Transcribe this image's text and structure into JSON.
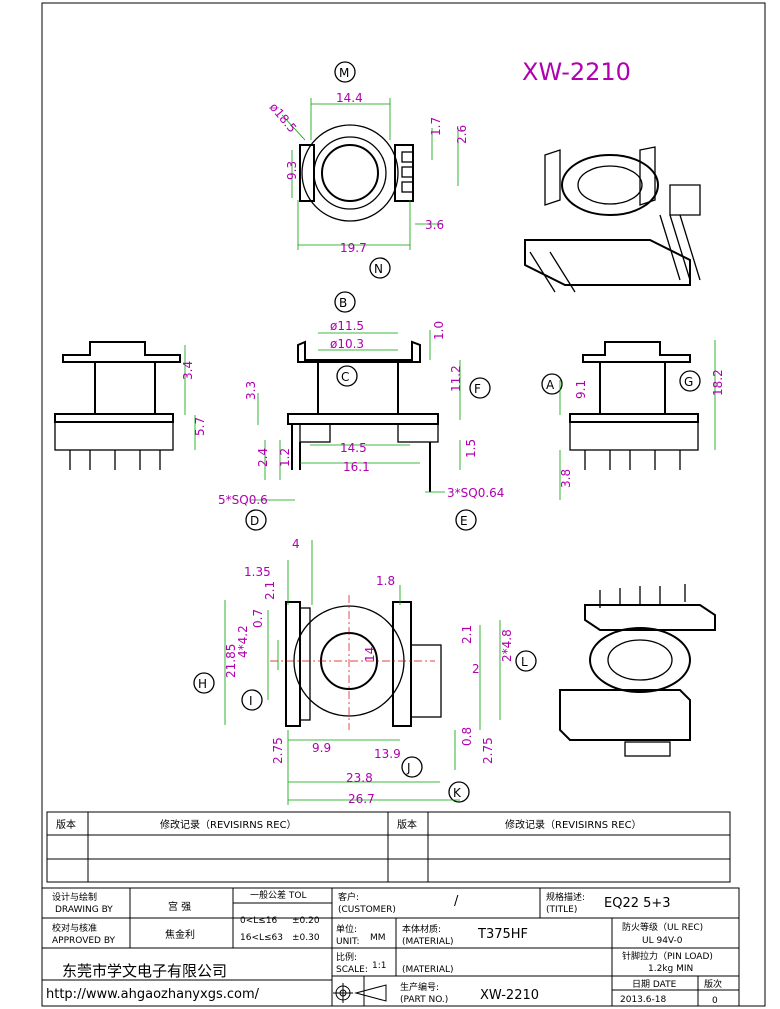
{
  "drawing": {
    "title": "XW-2210",
    "views": {
      "top": {
        "section_labels": [
          "M",
          "N"
        ],
        "dims": [
          "14.4",
          "ø18.5",
          "9.3",
          "1.7",
          "2.6",
          "3.6",
          "19.7"
        ]
      },
      "front": {
        "section_labels": [
          "B",
          "C",
          "D",
          "E",
          "F"
        ],
        "dims": [
          "ø11.5",
          "ø10.3",
          "1.0",
          "3.3",
          "11.2",
          "2.4",
          "1.2",
          "14.5",
          "16.1",
          "1.5",
          "5*SQ0.6",
          "3*SQ0.64"
        ]
      },
      "left": {
        "dims": [
          "3.4",
          "5.7"
        ]
      },
      "right": {
        "section_labels": [
          "A",
          "G"
        ],
        "dims": [
          "9.1",
          "18.2",
          "3.8"
        ]
      },
      "bottom": {
        "section_labels": [
          "H",
          "I",
          "J",
          "K",
          "L"
        ],
        "dims": [
          "4",
          "1.35",
          "1.8",
          "2.1",
          "0.7",
          "4*4.2",
          "21.85",
          "14",
          "2.1",
          "2",
          "2*4.8",
          "2.75",
          "9.9",
          "13.9",
          "0.8",
          "2.75",
          "23.8",
          "26.7"
        ]
      }
    }
  },
  "revision_table": {
    "left_header": {
      "version": "版本",
      "revisions": "修改记录（REVISIRNS REC）"
    },
    "right_header": {
      "version": "版本",
      "revisions": "修改记录（REVISIRNS REC）"
    }
  },
  "title_block": {
    "designer_label": "设计与绘制",
    "designer_label_en": "DRAWING BY",
    "designer_name": "宫  强",
    "approver_label": "校对与核准",
    "approver_label_en": "APPROVED BY",
    "approver_name": "焦金利",
    "tolerance_header": "一般公差 TOL",
    "tol_row1_range": "0<L≤16",
    "tol_row1_value": "±0.20",
    "tol_row2_range": "16<L≤63",
    "tol_row2_value": "±0.30",
    "customer_label": "客户:",
    "customer_label_en": "(CUSTOMER)",
    "customer_value": "/",
    "spec_label": "规格描述:",
    "spec_label_en": "(TITLE)",
    "spec_value": "EQ22 5+3",
    "unit_label": "单位:",
    "unit_label_en": "UNIT:",
    "unit_value": "MM",
    "material_label": "本体材质:",
    "material_label_en": "(MATERIAL)",
    "material_value": "T375HF",
    "flame_label": "防火等级（UL REC)",
    "flame_value": "UL 94V-0",
    "scale_label": "比例:",
    "scale_label_en": "SCALE:",
    "scale_value": "1:1",
    "material2_label_en": "(MATERIAL)",
    "pin_load_label": "针脚拉力（PIN LOAD)",
    "pin_load_value": "1.2kg   MIN",
    "company_name": "东莞市学文电子有限公司",
    "company_url": "http://www.ahgaozhanyxgs.com/",
    "part_label": "生产编号:",
    "part_label_en": "(PART NO.)",
    "part_value": "XW-2210",
    "date_label": "日期 DATE",
    "date_value": "2013.6-18",
    "rev_label": "版次",
    "rev_value": "0"
  }
}
